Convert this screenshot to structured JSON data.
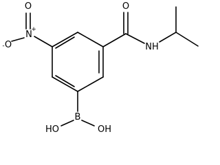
{
  "molecule": {
    "atoms": {
      "nitro_n": "N",
      "nitro_n_charge": "+",
      "nitro_o_left": "O",
      "nitro_o_left_charge": "-",
      "nitro_o_top": "O",
      "carbonyl_o": "O",
      "amide_nh": "NH",
      "boron": "B",
      "hydroxyl_left": "HO",
      "hydroxyl_right": "OH"
    }
  }
}
